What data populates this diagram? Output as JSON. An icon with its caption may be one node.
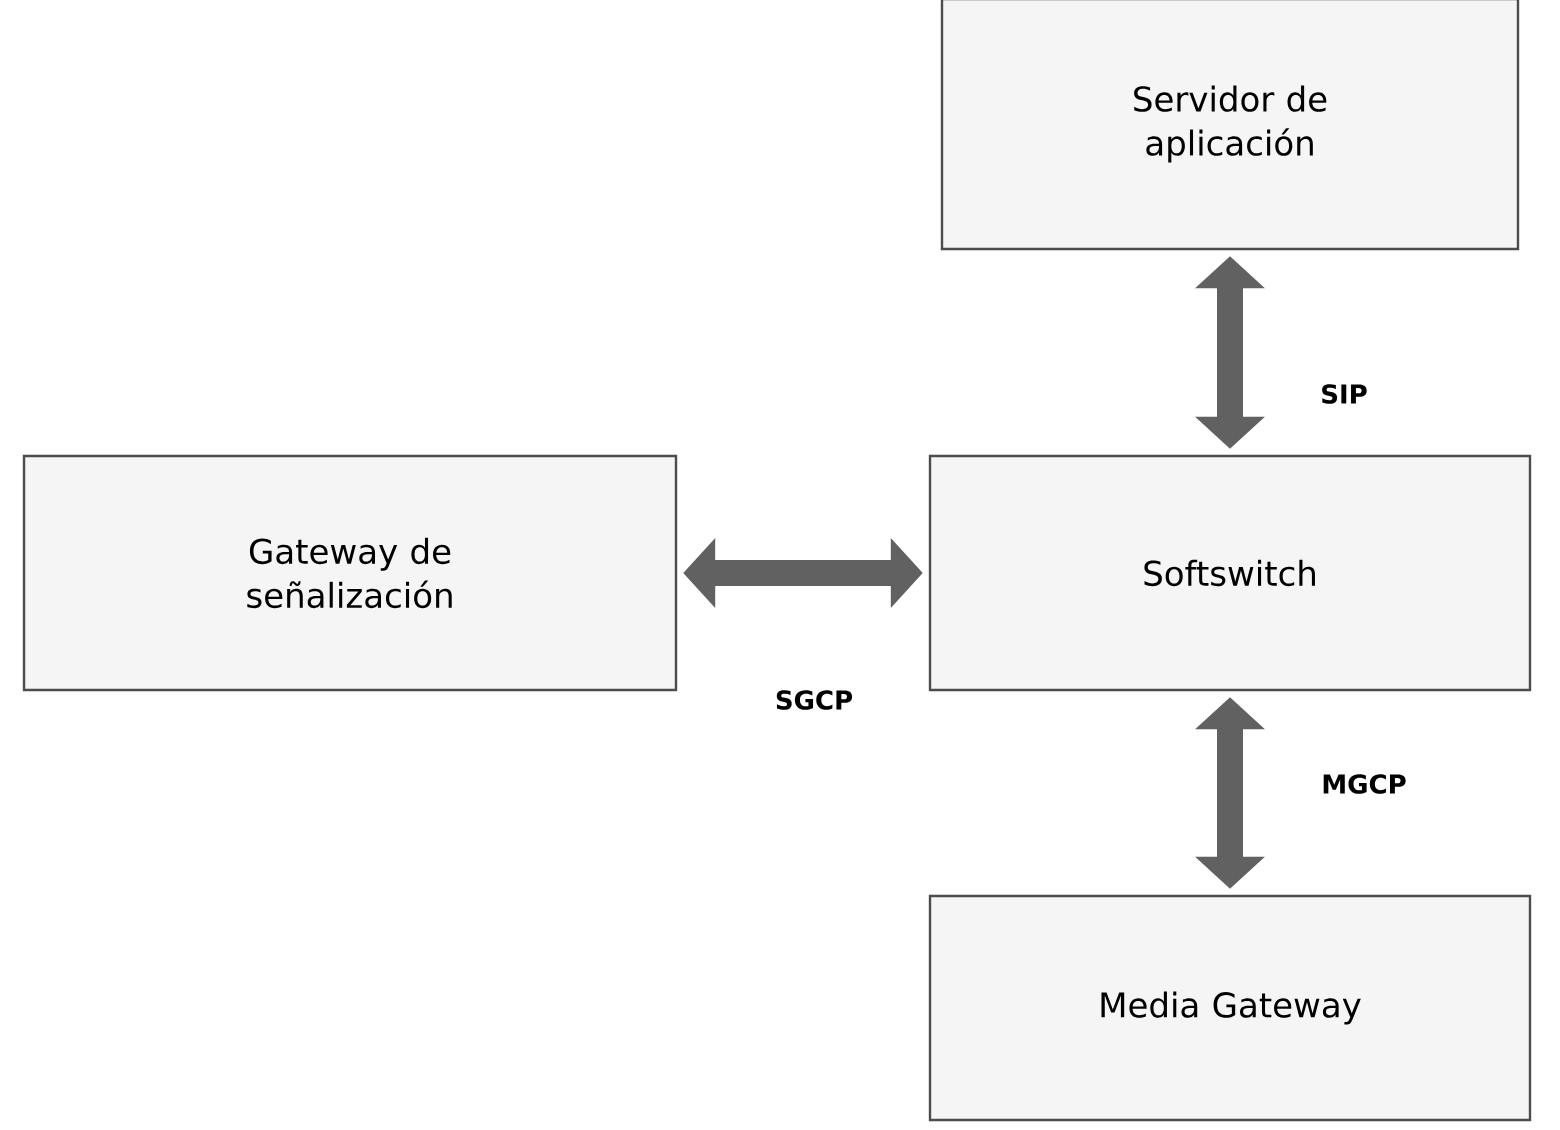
{
  "diagram": {
    "nodes": [
      {
        "text": [
          "Servidor de aplicación"
        ]
      },
      {
        "text": [
          "Gateway de señalización"
        ]
      },
      {
        "text": [
          "Softswitch"
        ]
      },
      {
        "text": [
          "Media Gateway"
        ]
      }
    ],
    "edges": [
      {
        "from": 0,
        "to": 2,
        "arrow": "both",
        "label": "SIP"
      },
      {
        "from": 1,
        "to": 2,
        "arrow": "both",
        "label": "SGCP"
      },
      {
        "from": 2,
        "to": 3,
        "arrow": "both",
        "label": "MGCP"
      }
    ]
  }
}
